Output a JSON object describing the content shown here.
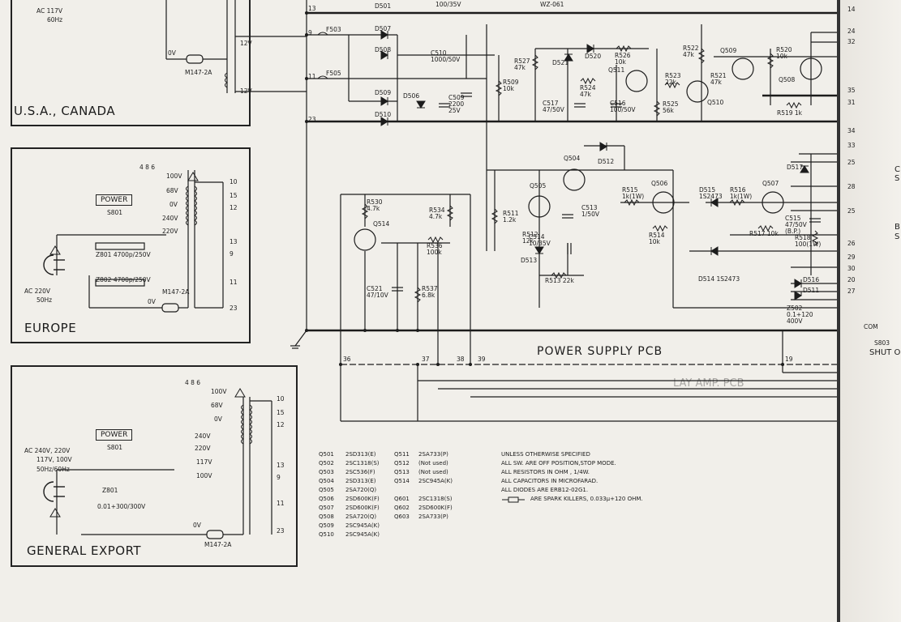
{
  "regions": {
    "usa": {
      "title": "U.S.A., CANADA",
      "ac": "AC 117V",
      "hz": "60Hz",
      "fuse_ref": "M147-2A",
      "zero_v": "0V"
    },
    "europe": {
      "title": "EUROPE",
      "power": "POWER",
      "switch": "S801",
      "ac": "AC 220V",
      "hz": "50Hz",
      "z801": "Z801  4700p/250V",
      "z802": "Z802  4700p/250V",
      "taps": [
        "100V",
        "68V",
        "0V",
        "240V",
        "220V"
      ],
      "taps_top": "4  8  6",
      "fuse_ref": "M147-2A",
      "zero_v": "0V",
      "pins": [
        "10",
        "15",
        "12",
        "13",
        "9",
        "11",
        "23"
      ]
    },
    "general_export": {
      "title": "GENERAL EXPORT",
      "power": "POWER",
      "switch": "S801",
      "ac1": "AC 240V, 220V",
      "ac2": "117V, 100V",
      "hz": "50Hz/60Hz",
      "z801": "Z801",
      "cap": "0.01+300/300V",
      "taps": [
        "100V",
        "68V",
        "0V",
        "240V",
        "220V",
        "117V",
        "100V"
      ],
      "taps_top": "4  8  6",
      "fuse_ref": "M147-2A",
      "zero_v": "0V",
      "pins": [
        "10",
        "15",
        "12",
        "13",
        "9",
        "11",
        "23"
      ]
    }
  },
  "board": {
    "title": "POWER SUPPLY PCB",
    "top_labels": [
      "13",
      "12V",
      "12V",
      "9",
      "11",
      "23",
      "F503",
      "F505",
      "D501",
      "100/35V",
      "WZ-061"
    ],
    "right_pins": [
      "14",
      "24",
      "32",
      "35",
      "31",
      "34",
      "33",
      "25",
      "28",
      "25",
      "26",
      "29",
      "30",
      "20",
      "27",
      "COM",
      "S803",
      "SHUT O"
    ],
    "bottom_pins": [
      "36",
      "37",
      "38",
      "39",
      "19"
    ],
    "relay_text": "LAY AMP. PCB",
    "right_letters": [
      "C",
      "S",
      "B",
      "S"
    ]
  },
  "components": [
    {
      "id": "D507",
      "t": "D507"
    },
    {
      "id": "D508",
      "t": "D508"
    },
    {
      "id": "D509",
      "t": "D509"
    },
    {
      "id": "D510",
      "t": "D510"
    },
    {
      "id": "D506",
      "t": "D506"
    },
    {
      "id": "C510",
      "t": "C510",
      "v": "1000/50V"
    },
    {
      "id": "C509",
      "t": "C509",
      "v": "2200",
      "v2": "25V"
    },
    {
      "id": "R527",
      "t": "R527",
      "v": "47k"
    },
    {
      "id": "D521",
      "t": "D521"
    },
    {
      "id": "D520",
      "t": "D520"
    },
    {
      "id": "R526",
      "t": "R526",
      "v": "10k"
    },
    {
      "id": "R509",
      "t": "R509",
      "v": "10k"
    },
    {
      "id": "Q511",
      "t": "Q511"
    },
    {
      "id": "R524",
      "t": "R524",
      "v": "47k"
    },
    {
      "id": "C517",
      "t": "C517",
      "v": "47/50V"
    },
    {
      "id": "C516",
      "t": "C516",
      "v": "100/50V"
    },
    {
      "id": "R522",
      "t": "R522",
      "v": "47k"
    },
    {
      "id": "R523",
      "t": "R523",
      "v": "22k"
    },
    {
      "id": "R521",
      "t": "R521",
      "v": "47k"
    },
    {
      "id": "R525",
      "t": "R525",
      "v": "56k"
    },
    {
      "id": "Q510",
      "t": "Q510"
    },
    {
      "id": "Q509",
      "t": "Q509"
    },
    {
      "id": "R520",
      "t": "R520",
      "v": "10k"
    },
    {
      "id": "Q508",
      "t": "Q508"
    },
    {
      "id": "R519",
      "t": "R519  1k"
    },
    {
      "id": "Q504",
      "t": "Q504"
    },
    {
      "id": "D512",
      "t": "D512"
    },
    {
      "id": "Q505",
      "t": "Q505"
    },
    {
      "id": "R511",
      "t": "R511",
      "v": "1.2k"
    },
    {
      "id": "C513",
      "t": "C513",
      "v": "1/50V"
    },
    {
      "id": "R512",
      "t": "R512",
      "v": "12k"
    },
    {
      "id": "C514",
      "t": "C514",
      "v": "10/35V"
    },
    {
      "id": "D513",
      "t": "D513"
    },
    {
      "id": "R513",
      "t": "R513  22k"
    },
    {
      "id": "R515",
      "t": "R515",
      "v": "1k(1W)"
    },
    {
      "id": "Q506",
      "t": "Q506"
    },
    {
      "id": "R514",
      "t": "R514",
      "v": "10k"
    },
    {
      "id": "D515",
      "t": "D515",
      "v": "1S2473"
    },
    {
      "id": "R516",
      "t": "R516",
      "v": "1k(1W)"
    },
    {
      "id": "Q507",
      "t": "Q507"
    },
    {
      "id": "R517",
      "t": "R517  10k"
    },
    {
      "id": "C515",
      "t": "C515",
      "v": "47/50V",
      "v2": "(B.P.)"
    },
    {
      "id": "R518",
      "t": "R518",
      "v": "100(1W)"
    },
    {
      "id": "D517",
      "t": "D517"
    },
    {
      "id": "D514",
      "t": "D514  1S2473"
    },
    {
      "id": "D516",
      "t": "D516"
    },
    {
      "id": "D511",
      "t": "D511"
    },
    {
      "id": "Z502",
      "t": "Z502",
      "v": "0.1+120",
      "v2": "400V"
    },
    {
      "id": "R530",
      "t": "R530",
      "v": "4.7k"
    },
    {
      "id": "Q514",
      "t": "Q514"
    },
    {
      "id": "R534",
      "t": "R534",
      "v": "4.7k"
    },
    {
      "id": "R536",
      "t": "R536",
      "v": "100k"
    },
    {
      "id": "C521",
      "t": "C521",
      "v": "47/10V"
    },
    {
      "id": "R537",
      "t": "R537",
      "v": "6.8k"
    }
  ],
  "transistor_table": [
    [
      "Q501",
      "2SD313(E)",
      "Q511",
      "2SA733(P)"
    ],
    [
      "Q502",
      "2SC1318(S)",
      "Q512",
      "(Not used)"
    ],
    [
      "Q503",
      "2SC536(F)",
      "Q513",
      "(Not used)"
    ],
    [
      "Q504",
      "2SD313(E)",
      "Q514",
      "2SC945A(K)"
    ],
    [
      "Q505",
      "2SA720(Q)",
      "",
      ""
    ],
    [
      "Q506",
      "2SD600K(F)",
      "Q601",
      "2SC1318(S)"
    ],
    [
      "Q507",
      "2SD600K(F)",
      "Q602",
      "2SD600K(F)"
    ],
    [
      "Q508",
      "2SA720(Q)",
      "Q603",
      "2SA733(P)"
    ],
    [
      "Q509",
      "2SC945A(K)",
      "",
      ""
    ],
    [
      "Q510",
      "2SC945A(K)",
      "",
      ""
    ]
  ],
  "notes": [
    "UNLESS OTHERWISE SPECIFIED",
    "ALL SW. ARE OFF POSITION,STOP MODE.",
    "ALL RESISTORS IN OHM , 1/4W.",
    "ALL CAPACITORS IN MICROFARAD.",
    "ALL DIODES ARE ERB12-02G1.",
    "ARE SPARK KILLERS, 0.033μ+120 OHM."
  ]
}
